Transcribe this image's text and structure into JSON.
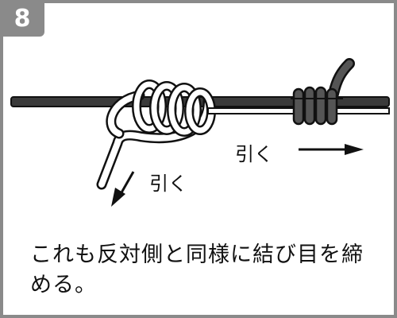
{
  "step": {
    "number": "8"
  },
  "labels": {
    "pull_right": "引く",
    "pull_down": "引く"
  },
  "caption": "これも反対側と同様に結び目を締める。",
  "colors": {
    "frame": "#8a8a8a",
    "line_dark": "#3a3a3a",
    "line_light": "#ffffff",
    "outline": "#111111"
  }
}
